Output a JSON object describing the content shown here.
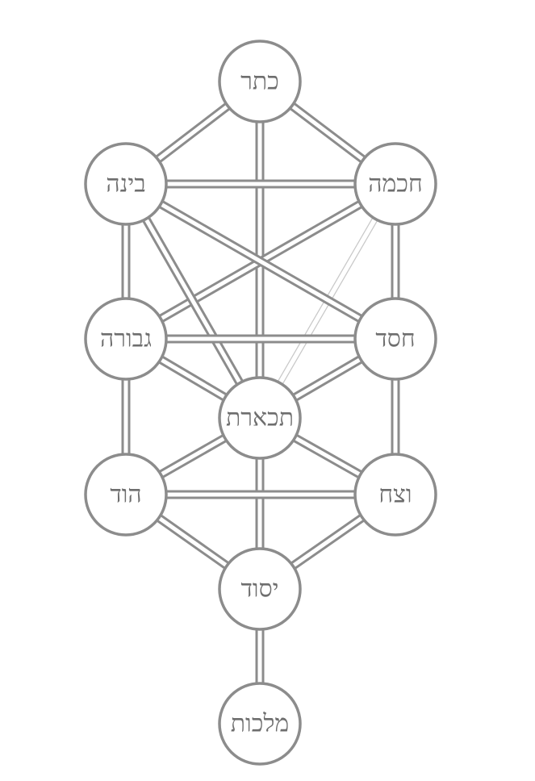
{
  "diagram": {
    "colors": {
      "stroke": "#8c8c8c",
      "text": "#6e6e6e",
      "background": "#ffffff",
      "path_fill": "#ffffff",
      "faint_path": "#c8c8c8"
    },
    "nodes": [
      {
        "id": "keter",
        "label": "כתר"
      },
      {
        "id": "chokhmah",
        "label": "חכמה"
      },
      {
        "id": "binah",
        "label": "בינה"
      },
      {
        "id": "chesed",
        "label": "חסד"
      },
      {
        "id": "gevurah",
        "label": "גבורה"
      },
      {
        "id": "tiferet",
        "label": "תכארת"
      },
      {
        "id": "netzach",
        "label": "וצח"
      },
      {
        "id": "hod",
        "label": "הוד"
      },
      {
        "id": "yesod",
        "label": "יסוד"
      },
      {
        "id": "malkhut",
        "label": "מלכות"
      }
    ],
    "paths": [
      {
        "from": "keter",
        "to": "chokhmah"
      },
      {
        "from": "keter",
        "to": "binah"
      },
      {
        "from": "keter",
        "to": "tiferet"
      },
      {
        "from": "chokhmah",
        "to": "binah"
      },
      {
        "from": "chokhmah",
        "to": "chesed"
      },
      {
        "from": "chokhmah",
        "to": "gevurah"
      },
      {
        "from": "chokhmah",
        "to": "tiferet",
        "style": "faint"
      },
      {
        "from": "binah",
        "to": "gevurah"
      },
      {
        "from": "binah",
        "to": "chesed"
      },
      {
        "from": "binah",
        "to": "tiferet"
      },
      {
        "from": "chesed",
        "to": "gevurah"
      },
      {
        "from": "chesed",
        "to": "tiferet"
      },
      {
        "from": "chesed",
        "to": "netzach"
      },
      {
        "from": "gevurah",
        "to": "tiferet"
      },
      {
        "from": "gevurah",
        "to": "hod"
      },
      {
        "from": "tiferet",
        "to": "netzach"
      },
      {
        "from": "tiferet",
        "to": "hod"
      },
      {
        "from": "tiferet",
        "to": "yesod"
      },
      {
        "from": "netzach",
        "to": "hod"
      },
      {
        "from": "netzach",
        "to": "yesod"
      },
      {
        "from": "hod",
        "to": "yesod"
      },
      {
        "from": "yesod",
        "to": "malkhut"
      }
    ]
  }
}
